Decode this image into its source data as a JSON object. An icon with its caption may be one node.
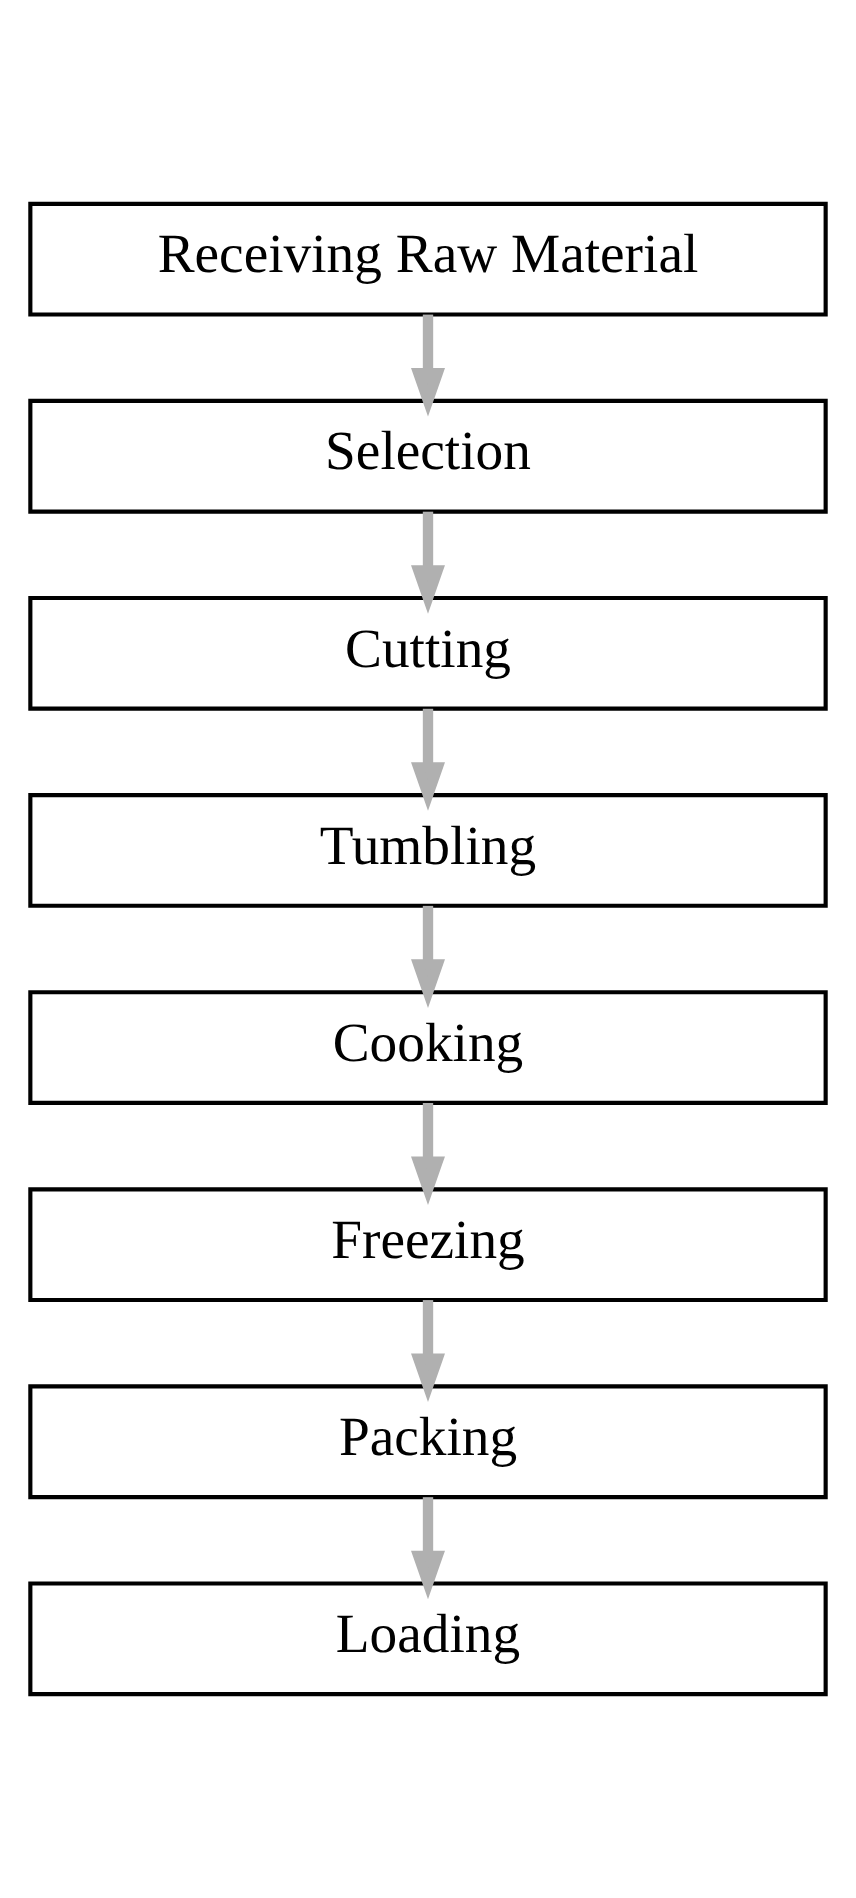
{
  "diagram": {
    "nodes": [
      {
        "text": [
          "Receiving Raw Material"
        ]
      },
      {
        "text": [
          "Selection"
        ]
      },
      {
        "text": [
          "Cutting"
        ]
      },
      {
        "text": [
          "Tumbling"
        ]
      },
      {
        "text": [
          "Cooking"
        ]
      },
      {
        "text": [
          "Freezing"
        ]
      },
      {
        "text": [
          "Packing"
        ]
      },
      {
        "text": [
          "Loading"
        ]
      }
    ],
    "edges": [
      {
        "from": 0,
        "to": 1,
        "arrow": "to"
      },
      {
        "from": 1,
        "to": 2,
        "arrow": "to"
      },
      {
        "from": 2,
        "to": 3,
        "arrow": "to"
      },
      {
        "from": 3,
        "to": 4,
        "arrow": "to"
      },
      {
        "from": 4,
        "to": 5,
        "arrow": "to"
      },
      {
        "from": 5,
        "to": 6,
        "arrow": "to"
      },
      {
        "from": 6,
        "to": 7,
        "arrow": "to"
      }
    ]
  }
}
